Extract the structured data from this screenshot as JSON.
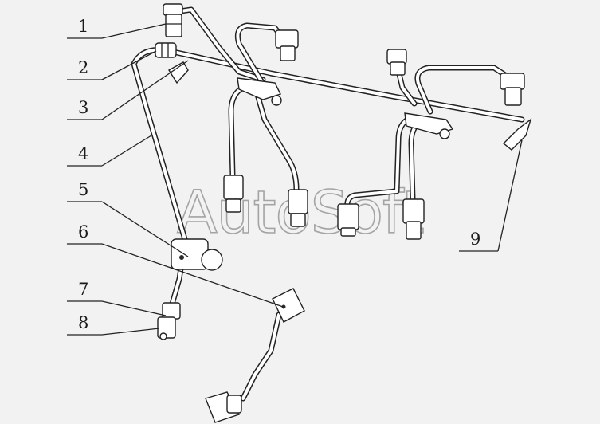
{
  "diagram": {
    "callouts": [
      "1",
      "2",
      "3",
      "4",
      "5",
      "6",
      "7",
      "8",
      "9"
    ],
    "watermark": "AutoSoft"
  },
  "colors": {
    "background": "#f2f2f2",
    "line": "#222222",
    "fill": "#ffffff",
    "watermark": "#8a8a8a"
  }
}
